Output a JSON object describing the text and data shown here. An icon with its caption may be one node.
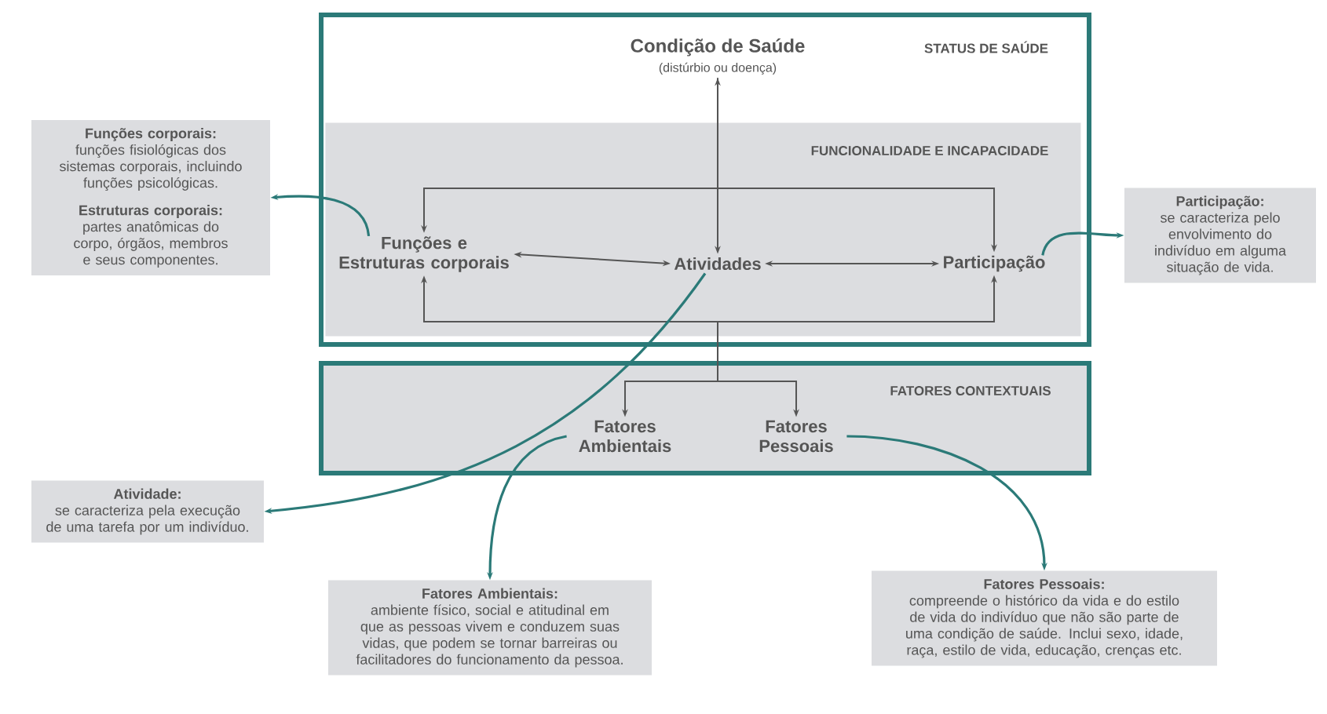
{
  "diagram": {
    "nodes": [
      {
        "text": [
          "STATUS DE SAÚDE"
        ]
      },
      {
        "text": [
          "FUNCIONALIDADE E INCAPACIDADE"
        ],
        "in": 0
      },
      {
        "text": [
          "Condição de Saúde",
          "(distúrbio ou doença)"
        ],
        "in": 0
      },
      {
        "text": [
          "Funções e Estruturas corporais"
        ],
        "in": 1
      },
      {
        "text": [
          "Atividades"
        ],
        "in": 1
      },
      {
        "text": [
          "Participação"
        ],
        "in": 1
      },
      {
        "text": [
          "FATORES CONTEXTUAIS"
        ]
      },
      {
        "text": [
          "Fatores Ambientais"
        ],
        "in": 6
      },
      {
        "text": [
          "Fatores Pessoais"
        ],
        "in": 6
      },
      {
        "text": [
          "Funções corporais:",
          "funções fisiológicas dos sistemas corporais, incluindo funções psicológicas.",
          "Estruturas corporais:",
          "partes anatômicas do corpo, órgãos, membros e seus componentes."
        ]
      },
      {
        "text": [
          "Participação:",
          "se caracteriza pelo envolvimento do indivíduo em alguma situação de vida."
        ]
      },
      {
        "text": [
          "Atividade:",
          "se caracteriza pela execução de uma tarefa por um indivíduo."
        ]
      },
      {
        "text": [
          "Fatores Ambientais:",
          "ambiente físico, social e atitudinal em que as pessoas vivem e conduzem suas vidas, que podem se tornar barreiras ou facilitadores do funcionamento da pessoa."
        ]
      },
      {
        "text": [
          "Fatores Pessoais:",
          "compreende o histórico da vida e do estilo de vida do indivíduo que não são parte de uma condição de saúde. Inclui sexo, idade, raça, estilo de vida, educação, crenças etc."
        ]
      }
    ],
    "edges": [
      {
        "from": 2,
        "to": 4,
        "arrow": "both"
      },
      {
        "from": 2,
        "to": 3,
        "arrow": "to"
      },
      {
        "from": 2,
        "to": 5,
        "arrow": "to"
      },
      {
        "from": 4,
        "to": 3,
        "arrow": "both"
      },
      {
        "from": 4,
        "to": 5,
        "arrow": "both"
      },
      {
        "from": 3,
        "to": 5,
        "arrow": "both"
      },
      {
        "from": 1,
        "to": 7,
        "arrow": "to"
      },
      {
        "from": 1,
        "to": 8,
        "arrow": "to"
      },
      {
        "from": 3,
        "to": 9,
        "arrow": "to",
        "color": "#2b7a78"
      },
      {
        "from": 4,
        "to": 11,
        "arrow": "to",
        "color": "#2b7a78"
      },
      {
        "from": 5,
        "to": 10,
        "arrow": "to",
        "color": "#2b7a78"
      },
      {
        "from": 7,
        "to": 12,
        "arrow": "to",
        "color": "#2b7a78"
      },
      {
        "from": 8,
        "to": 13,
        "arrow": "to",
        "color": "#2b7a78"
      }
    ]
  }
}
